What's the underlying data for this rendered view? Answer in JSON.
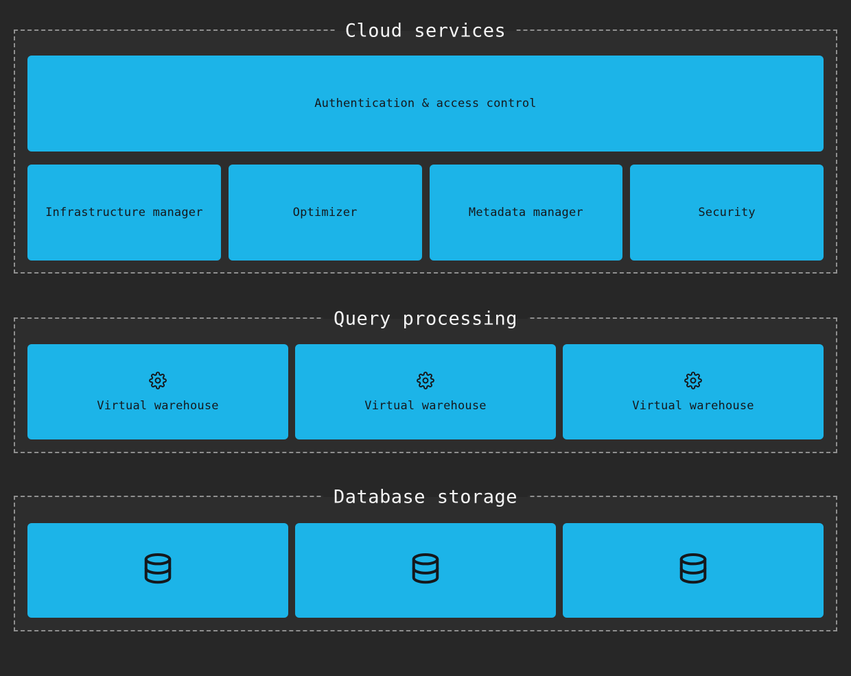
{
  "diagram": {
    "colors": {
      "page_background": "#272727",
      "section_background": "#2d2d2d",
      "section_border": "#8f8f8f",
      "box_fill": "#1cb4e8",
      "box_text": "#15181c",
      "title_text": "#f4f4f4"
    },
    "sections": [
      {
        "title": "Cloud services",
        "auth_box": {
          "label": "Authentication & access control"
        },
        "service_boxes": [
          {
            "label": "Infrastructure manager"
          },
          {
            "label": "Optimizer"
          },
          {
            "label": "Metadata manager"
          },
          {
            "label": "Security"
          }
        ]
      },
      {
        "title": "Query processing",
        "warehouses": [
          {
            "icon": "gear-icon",
            "label": "Virtual warehouse"
          },
          {
            "icon": "gear-icon",
            "label": "Virtual warehouse"
          },
          {
            "icon": "gear-icon",
            "label": "Virtual warehouse"
          }
        ]
      },
      {
        "title": "Database storage",
        "databases": [
          {
            "icon": "database-icon"
          },
          {
            "icon": "database-icon"
          },
          {
            "icon": "database-icon"
          }
        ]
      }
    ]
  }
}
